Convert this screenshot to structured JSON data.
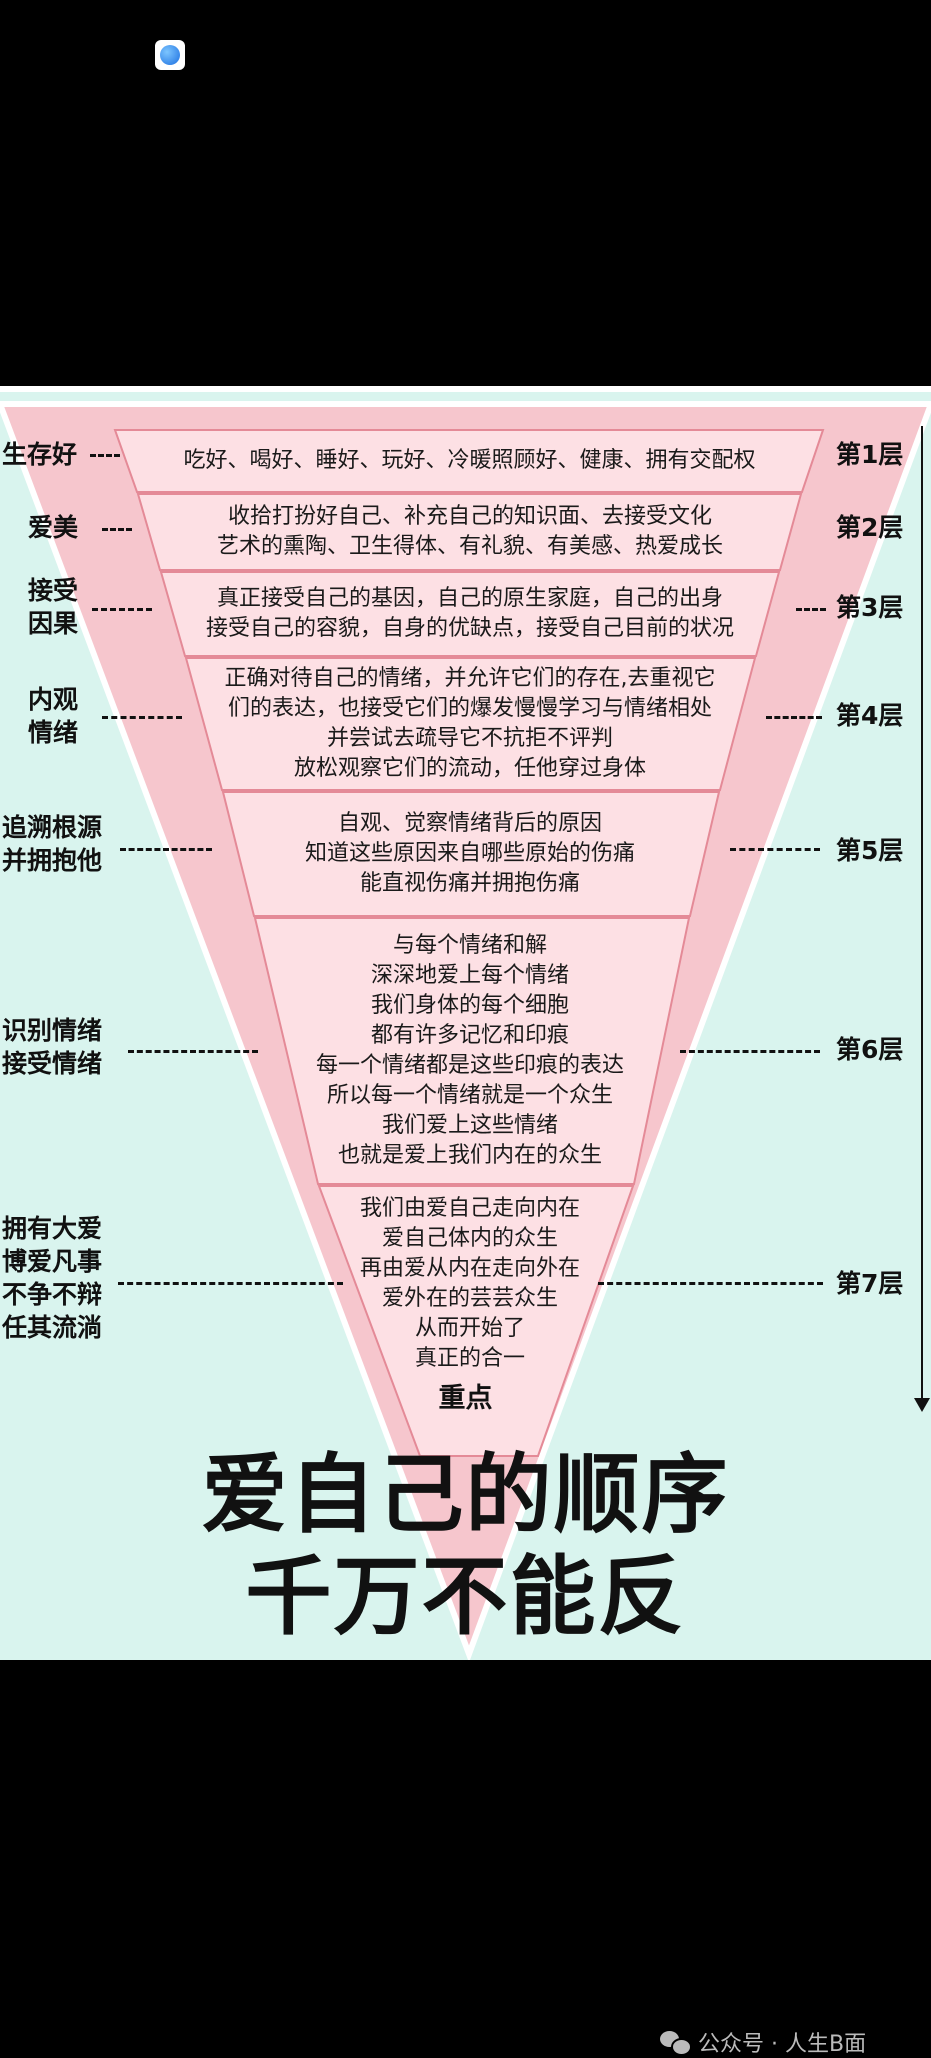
{
  "colors": {
    "page_background": "#000000",
    "poster_background": "#d9f4ee",
    "outer_triangle": "#f6c6cd",
    "triangle_border": "#e48a97",
    "layer_fill": "#fde0e4",
    "text": "#111111"
  },
  "layers": [
    {
      "number": "第1层",
      "side": [
        "生存好"
      ],
      "lines": [
        "吃好、喝好、睡好、玩好、冷暖照顾好、健康、拥有交配权"
      ]
    },
    {
      "number": "第2层",
      "side": [
        "爱美"
      ],
      "lines": [
        "收拾打扮好自己、补充自己的知识面、去接受文化",
        "艺术的熏陶、卫生得体、有礼貌、有美感、热爱成长"
      ]
    },
    {
      "number": "第3层",
      "side": [
        "接受",
        "因果"
      ],
      "lines": [
        "真正接受自己的基因，自己的原生家庭，自己的出身",
        "接受自己的容貌，自身的优缺点，接受自己目前的状况"
      ]
    },
    {
      "number": "第4层",
      "side": [
        "内观",
        "情绪"
      ],
      "lines": [
        "正确对待自己的情绪，并允许它们的存在,去重视它",
        "们的表达，也接受它们的爆发慢慢学习与情绪相处",
        "并尝试去疏导它不抗拒不评判",
        "放松观察它们的流动，任他穿过身体"
      ]
    },
    {
      "number": "第5层",
      "side": [
        "追溯根源",
        "并拥抱他"
      ],
      "lines": [
        "自观、觉察情绪背后的原因",
        "知道这些原因来自哪些原始的伤痛",
        "能直视伤痛并拥抱伤痛"
      ]
    },
    {
      "number": "第6层",
      "side": [
        "识别情绪",
        "接受情绪"
      ],
      "lines": [
        "与每个情绪和解",
        "深深地爱上每个情绪",
        "我们身体的每个细胞",
        "都有许多记忆和印痕",
        "每一个情绪都是这些印痕的表达",
        "所以每一个情绪就是一个众生",
        "我们爱上这些情绪",
        "也就是爱上我们内在的众生"
      ]
    },
    {
      "number": "第7层",
      "side": [
        "拥有大爱",
        "博爱凡事",
        "不争不辩",
        "任其流淌"
      ],
      "lines": [
        "我们由爱自己走向内在",
        "爱自己体内的众生",
        "再由爱从内在走向外在",
        "爱外在的芸芸众生",
        "从而开始了",
        "真正的合一"
      ]
    }
  ],
  "key_point": "重点",
  "slogan": [
    "爱自己的顺序",
    "千万不能反"
  ],
  "watermark": "公众号 · 人生B面"
}
